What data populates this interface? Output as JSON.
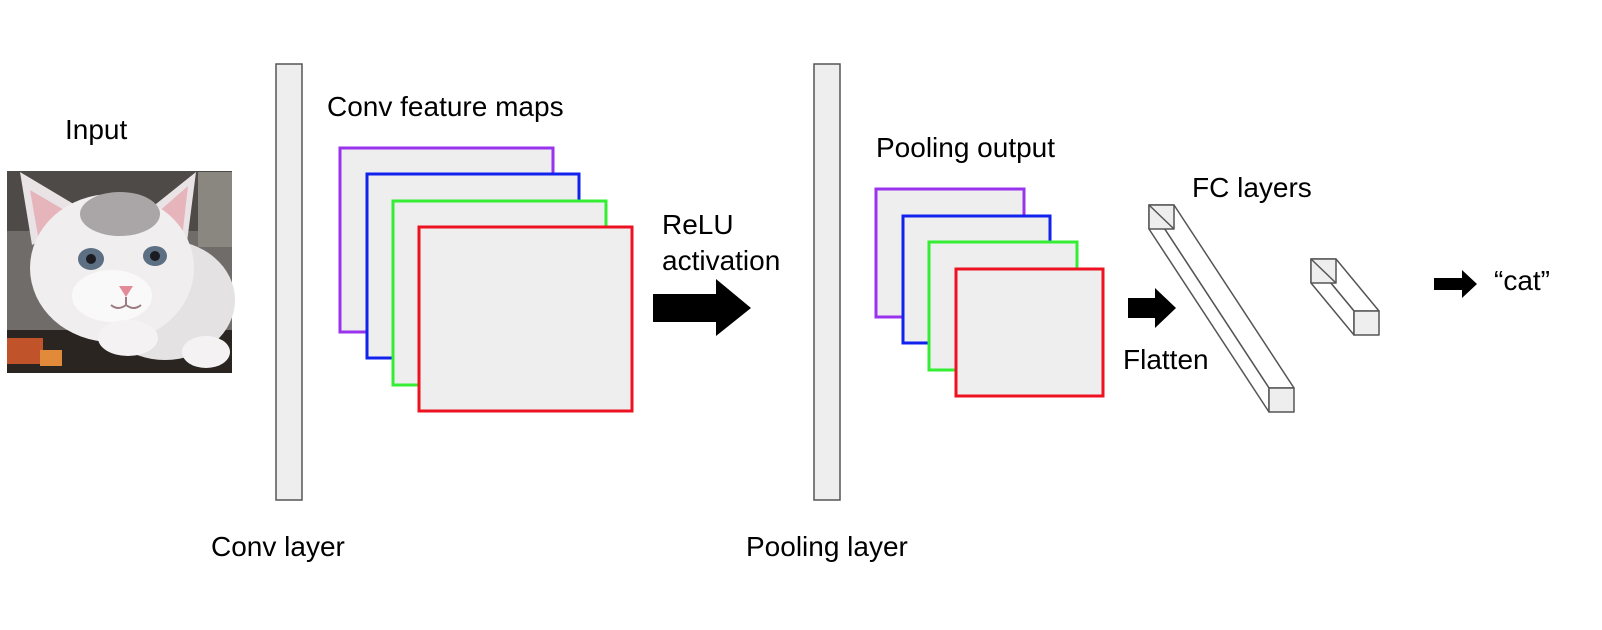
{
  "labels": {
    "input": "Input",
    "conv_feature_maps": "Conv feature maps",
    "relu_line1": "ReLU",
    "relu_line2": "activation",
    "pooling_output": "Pooling output",
    "fc_layers": "FC layers",
    "flatten": "Flatten",
    "output": "“cat”",
    "conv_layer": "Conv layer",
    "pooling_layer": "Pooling layer"
  },
  "colors": {
    "layer_fill": "#eeeeee",
    "layer_stroke": "#555555",
    "map_purple": "#9933ee",
    "map_blue": "#1122ee",
    "map_green": "#33ee33",
    "map_red": "#ee1122",
    "arrow": "#000000"
  },
  "input_image": "kitten-photo"
}
